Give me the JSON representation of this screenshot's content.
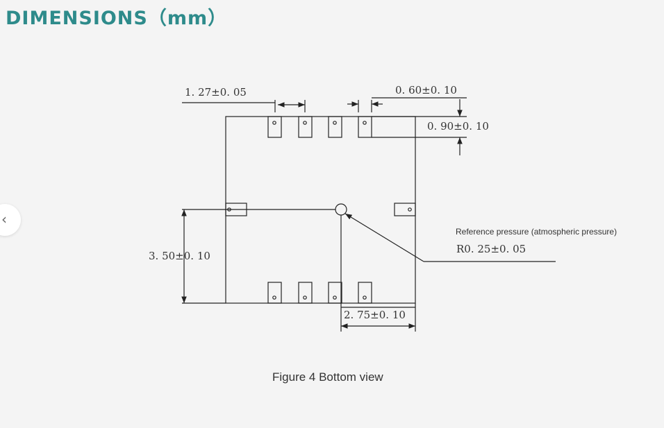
{
  "page": {
    "title": "DIMENSIONS（mm）"
  },
  "nav": {
    "prev_icon": "chevron-left-icon",
    "prev_glyph": "‹"
  },
  "diagram": {
    "pin_pitch": "1. 27±0. 05",
    "pad_width": "0. 60±0. 10",
    "pad_length": "0. 90±0. 10",
    "vertical_dim": "3. 50±0. 10",
    "horizontal_dim": "2. 75±0. 10",
    "reference_note": "Reference pressure (atmospheric pressure)",
    "hole_radius": "R0. 25±0. 05",
    "caption": "Figure 4 Bottom view"
  }
}
